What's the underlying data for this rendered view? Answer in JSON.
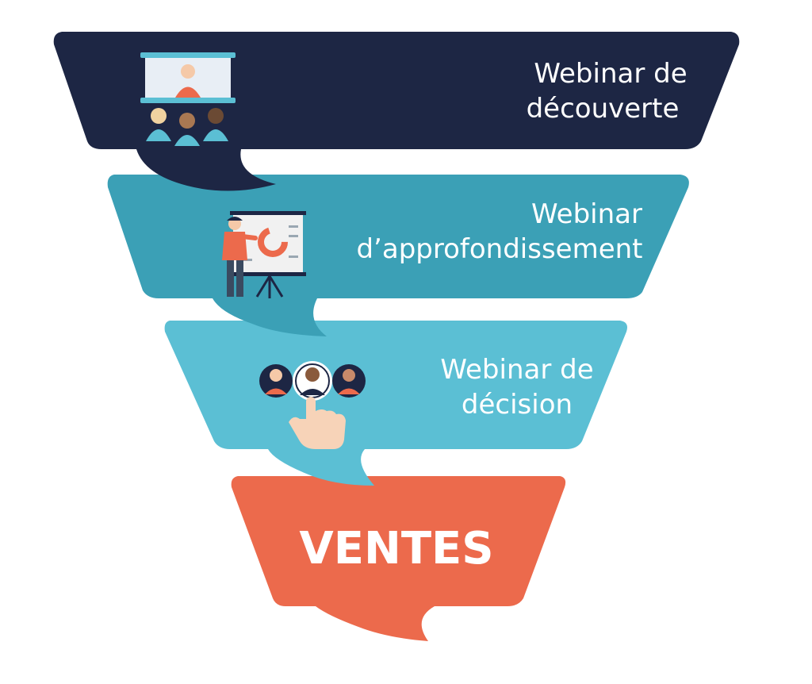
{
  "stages": [
    {
      "name": "discovery",
      "label_line1": "Webinar de",
      "label_line2": "découverte",
      "color": "#1d2644",
      "icon": "video-conference-icon"
    },
    {
      "name": "deepening",
      "label_line1": "Webinar",
      "label_line2": "d’approfondissement",
      "color": "#3ba0b6",
      "icon": "presenter-board-icon"
    },
    {
      "name": "decision",
      "label_line1": "Webinar de",
      "label_line2": "décision",
      "color": "#5bbfd4",
      "icon": "select-person-icon"
    }
  ],
  "sales": {
    "label": "VENTES",
    "color": "#ec6a4c"
  }
}
